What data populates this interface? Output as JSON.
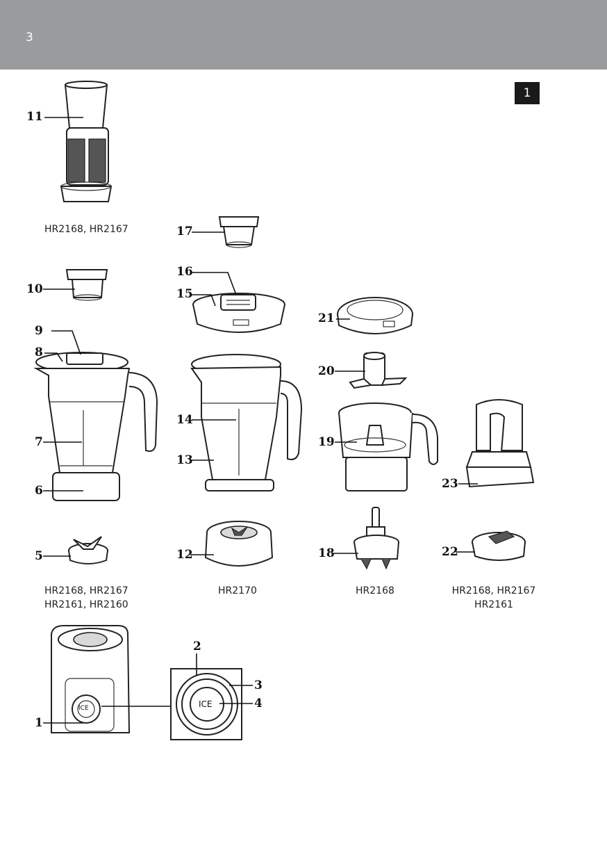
{
  "header": {
    "page_number": "3"
  },
  "figure_badge": "1",
  "labels": {
    "l1": "1",
    "l2": "2",
    "l3": "3",
    "l4": "4",
    "l5": "5",
    "l6": "6",
    "l7": "7",
    "l8": "8",
    "l9": "9",
    "l10": "10",
    "l11": "11",
    "l12": "12",
    "l13": "13",
    "l14": "14",
    "l15": "15",
    "l16": "16",
    "l17": "17",
    "l18": "18",
    "l19": "19",
    "l20": "20",
    "l21": "21",
    "l22": "22",
    "l23": "23"
  },
  "captions": {
    "filter": "HR2168, HR2167",
    "blender_a_line1": "HR2168, HR2167",
    "blender_a_line2": "HR2161, HR2160",
    "blender_b": "HR2170",
    "chopper": "HR2168",
    "mill_line1": "HR2168, HR2167",
    "mill_line2": "HR2161"
  },
  "dial_text": "ICE"
}
